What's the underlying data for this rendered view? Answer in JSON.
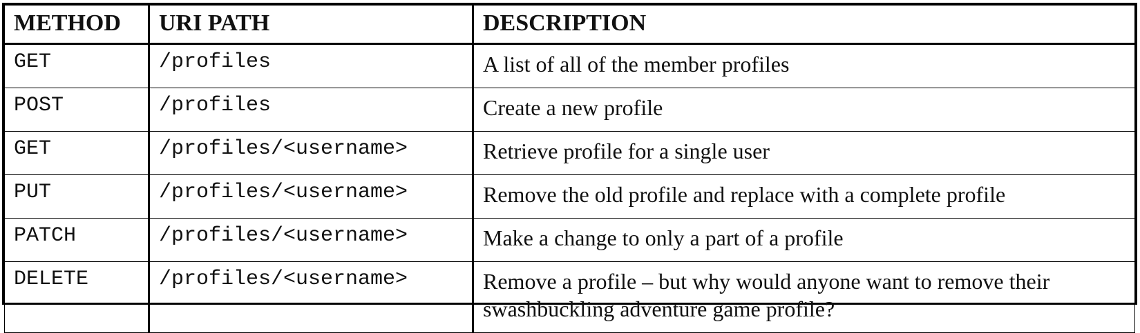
{
  "table": {
    "headers": {
      "method": "METHOD",
      "path": "URI PATH",
      "description": "DESCRIPTION"
    },
    "rows": [
      {
        "method": "GET",
        "path": "/profiles",
        "description": "A list of all of the member profiles"
      },
      {
        "method": "POST",
        "path": "/profiles",
        "description": "Create a new profile"
      },
      {
        "method": "GET",
        "path": "/profiles/<username>",
        "description": "Retrieve profile for a single user"
      },
      {
        "method": "PUT",
        "path": "/profiles/<username>",
        "description": "Remove the old profile and replace with a complete profile"
      },
      {
        "method": "PATCH",
        "path": "/profiles/<username>",
        "description": "Make a change to only a part of a profile"
      },
      {
        "method": "DELETE",
        "path": "/profiles/<username>",
        "description": "Remove a profile – but why would anyone want to remove their swashbuckling adventure game profile?"
      }
    ]
  }
}
